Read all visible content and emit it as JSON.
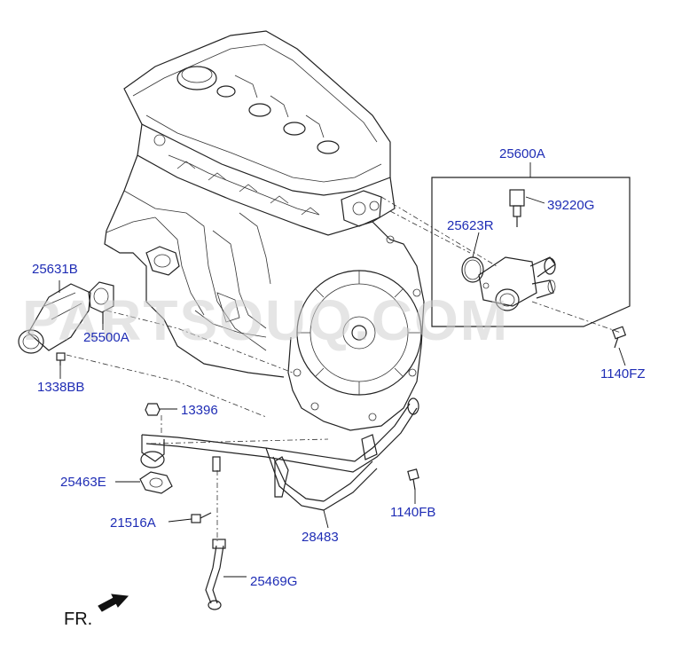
{
  "labels": {
    "l25600A": "25600A",
    "l39220G": "39220G",
    "l25623R": "25623R",
    "l25631B": "25631B",
    "l25500A": "25500A",
    "l1338BB": "1338BB",
    "l1140FZ": "1140FZ",
    "l13396": "13396",
    "l25463E": "25463E",
    "l21516A": "21516A",
    "l28483": "28483",
    "l1140FB": "1140FB",
    "l25469G": "25469G"
  },
  "direction": "FR.",
  "watermark": "PARTSOUQ.COM"
}
